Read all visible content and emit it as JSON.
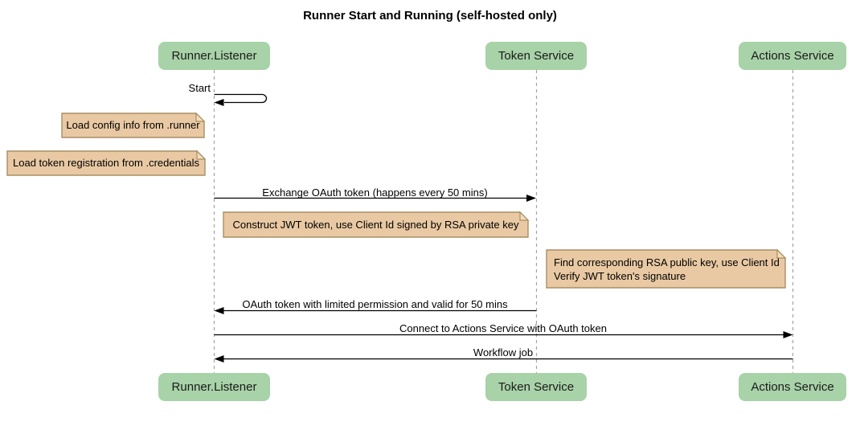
{
  "title": "Runner Start and Running (self-hosted only)",
  "participants": [
    {
      "id": "runner-listener",
      "label": "Runner.Listener"
    },
    {
      "id": "token-service",
      "label": "Token Service"
    },
    {
      "id": "actions-service",
      "label": "Actions Service"
    }
  ],
  "messages": [
    {
      "id": "start",
      "label": "Start",
      "from": "Runner.Listener",
      "to": "Runner.Listener",
      "kind": "self"
    },
    {
      "id": "exchange",
      "label": "Exchange OAuth token (happens every 50 mins)",
      "from": "Runner.Listener",
      "to": "Token Service",
      "kind": "solid"
    },
    {
      "id": "oauth-return",
      "label": "OAuth token with limited permission and valid for 50 mins",
      "from": "Token Service",
      "to": "Runner.Listener",
      "kind": "solid"
    },
    {
      "id": "connect",
      "label": "Connect to Actions Service with OAuth token",
      "from": "Runner.Listener",
      "to": "Actions Service",
      "kind": "solid"
    },
    {
      "id": "workflow-job",
      "label": "Workflow job",
      "from": "Actions Service",
      "to": "Runner.Listener",
      "kind": "solid"
    }
  ],
  "notes": [
    {
      "id": "load-config",
      "lines": [
        "Load config info from .runner"
      ]
    },
    {
      "id": "load-token",
      "lines": [
        "Load token registration from .credentials"
      ]
    },
    {
      "id": "construct-jwt",
      "lines": [
        "Construct JWT token, use Client Id signed by RSA private key"
      ]
    },
    {
      "id": "verify-jwt",
      "lines": [
        "Find corresponding RSA public key, use Client Id",
        "Verify JWT token's signature"
      ]
    }
  ],
  "colors": {
    "participant_fill": "#a8d2a8",
    "note_fill": "#e9c9a3",
    "note_fold": "#f2debe",
    "note_border": "#a98e63",
    "lifeline": "#a3a3a3",
    "arrow": "#000000"
  }
}
